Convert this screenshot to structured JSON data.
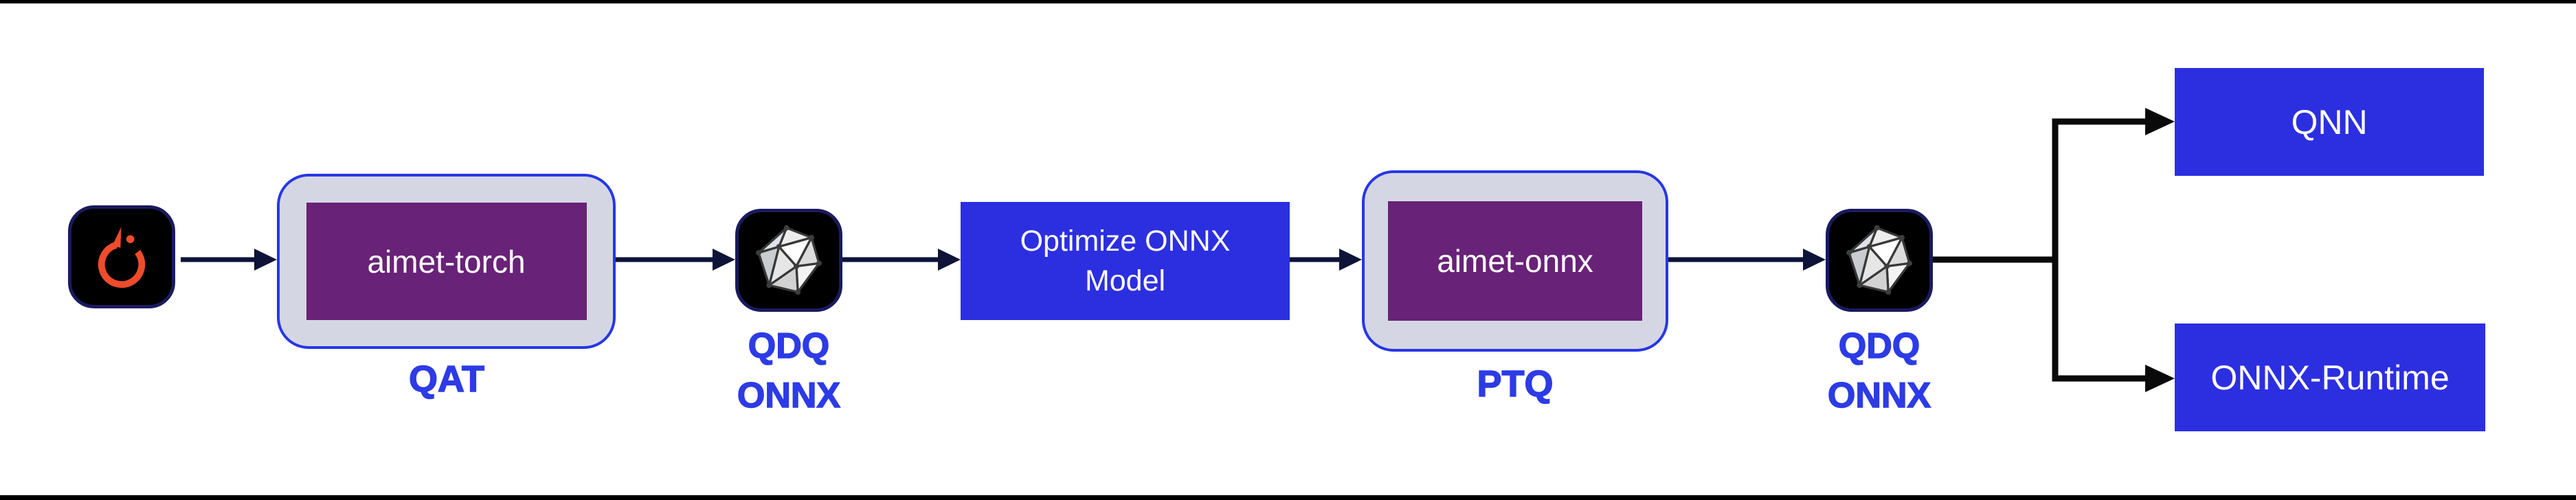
{
  "colors": {
    "box_blue": "#2c2fe0",
    "container_border_blue": "#2737e6",
    "label_blue": "#2c3be6",
    "container_fill": "#d4d7e3",
    "tool_purple": "#682277",
    "arrow_navy": "#0e1338",
    "branch_black": "#0a0a0a",
    "pytorch_orange": "#ee4c2c",
    "tile_black": "#000000",
    "tile_border_navy": "#1a1a5e"
  },
  "flow": {
    "source_icon": "pytorch-logo-icon",
    "qat_stage": {
      "tool": "aimet-torch",
      "label": "QAT"
    },
    "export1": {
      "line1": "QDQ",
      "line2": "ONNX",
      "icon": "onnx-logo-icon"
    },
    "optimize_step": {
      "label": "Optimize ONNX Model"
    },
    "ptq_stage": {
      "tool": "aimet-onnx",
      "label": "PTQ"
    },
    "export2": {
      "line1": "QDQ",
      "line2": "ONNX",
      "icon": "onnx-logo-icon"
    },
    "targets": {
      "qnn": "QNN",
      "onnx_runtime": "ONNX-Runtime"
    }
  }
}
